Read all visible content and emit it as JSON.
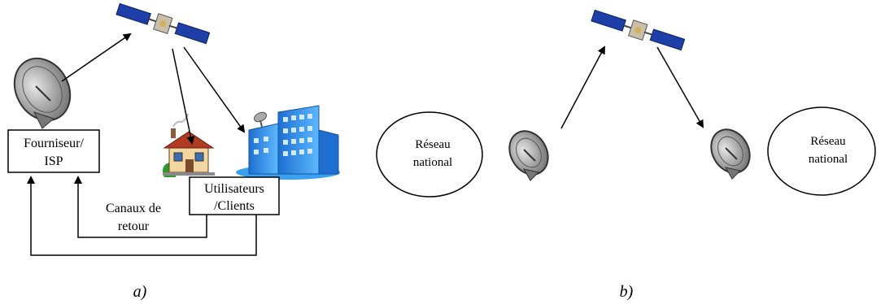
{
  "panel_a": {
    "caption": "a)",
    "provider_label": [
      "Fourniseur/",
      "ISP"
    ],
    "users_label": [
      "Utilisateurs",
      "/Clients"
    ],
    "return_label": [
      "Canaux de",
      "retour"
    ]
  },
  "panel_b": {
    "caption": "b)",
    "left_network_label": [
      "Réseau",
      "national"
    ],
    "right_network_label": [
      "Réseau",
      "national"
    ]
  },
  "colors": {
    "satellite_panel": "#1f3fa8",
    "satellite_body": "#c8c0a8",
    "dish": "#8a8a8a",
    "house_wall": "#f2d8a0",
    "house_roof": "#b03a22",
    "building": "#2f8ee6",
    "water": "#3aa0f0",
    "tree": "#2e9a2e"
  }
}
